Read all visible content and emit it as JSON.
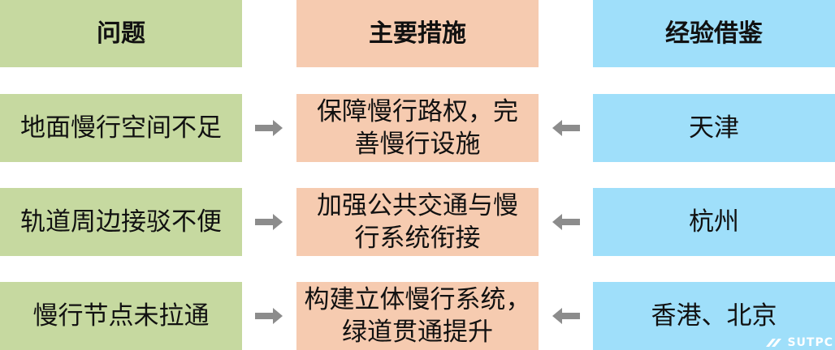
{
  "headers": {
    "problem": "问题",
    "measure": "主要措施",
    "reference": "经验借鉴"
  },
  "rows": [
    {
      "problem": "地面慢行空间不足",
      "measure_line1": "保障慢行路权，完",
      "measure_line2": "善慢行设施",
      "reference": "天津"
    },
    {
      "problem": "轨道周边接驳不便",
      "measure_line1": "加强公共交通与慢",
      "measure_line2": "行系统衔接",
      "reference": "杭州"
    },
    {
      "problem": "慢行节点未拉通",
      "measure_line1": "构建立体慢行系统，",
      "measure_line2": "绿道贯通提升",
      "reference": "香港、北京"
    }
  ],
  "logo": {
    "text": "SUTPC"
  },
  "colors": {
    "problem_fill": "#c6d9a0",
    "measure_fill": "#f6cbb0",
    "reference_fill": "#9fdffa",
    "arrow": "#8c8c8c"
  }
}
